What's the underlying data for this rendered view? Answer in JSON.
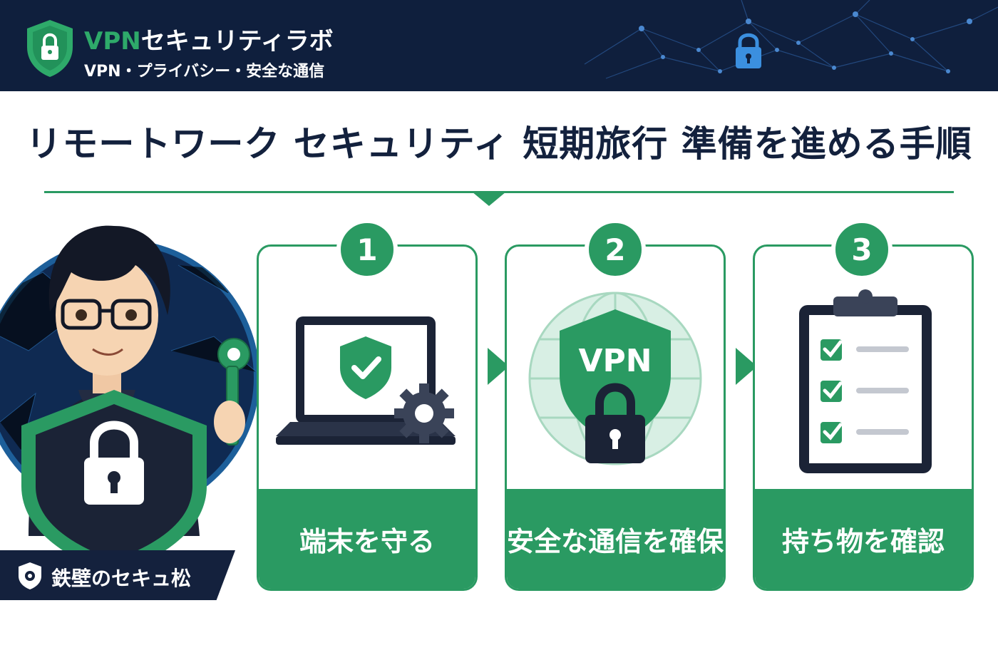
{
  "brand": {
    "name_accent": "VPN",
    "name_rest": "セキュリティラボ",
    "tagline": "VPN・プライバシー・安全な通信"
  },
  "title": "リモートワーク セキュリティ 短期旅行 準備を進める手順",
  "mascot": {
    "name": "鉄壁のセキュ松"
  },
  "steps": [
    {
      "number": "1",
      "label": "端末を守る",
      "icon": "laptop-shield-icon"
    },
    {
      "number": "2",
      "label": "安全な通信を確保",
      "icon": "vpn-shield-icon",
      "badge": "VPN"
    },
    {
      "number": "3",
      "label": "持ち物を確認",
      "icon": "clipboard-checklist-icon"
    }
  ],
  "colors": {
    "header_bg": "#0f1f3d",
    "accent_green": "#2a9a62",
    "title_text": "#13213d",
    "dark_navy": "#14213d"
  }
}
